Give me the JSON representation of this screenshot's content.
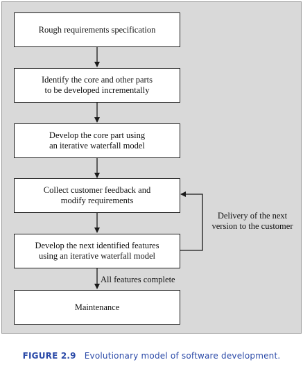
{
  "diagram": {
    "steps": [
      "Rough requirements specification",
      "Identify the core and other parts\nto be developed incrementally",
      "Develop the core part using\nan iterative waterfall model",
      "Collect customer feedback and\nmodify requirements",
      "Develop the next identified features\nusing an iterative waterfall model",
      "Maintenance"
    ],
    "loop_label": "Delivery of the next\nversion to the customer",
    "exit_label": "All features complete",
    "colors": {
      "panel": "#d9d9d9",
      "box_border": "#1a1a1a",
      "caption": "#2b4aa8"
    }
  },
  "caption": {
    "label": "FIGURE 2.9",
    "text": "Evolutionary model of software development."
  }
}
